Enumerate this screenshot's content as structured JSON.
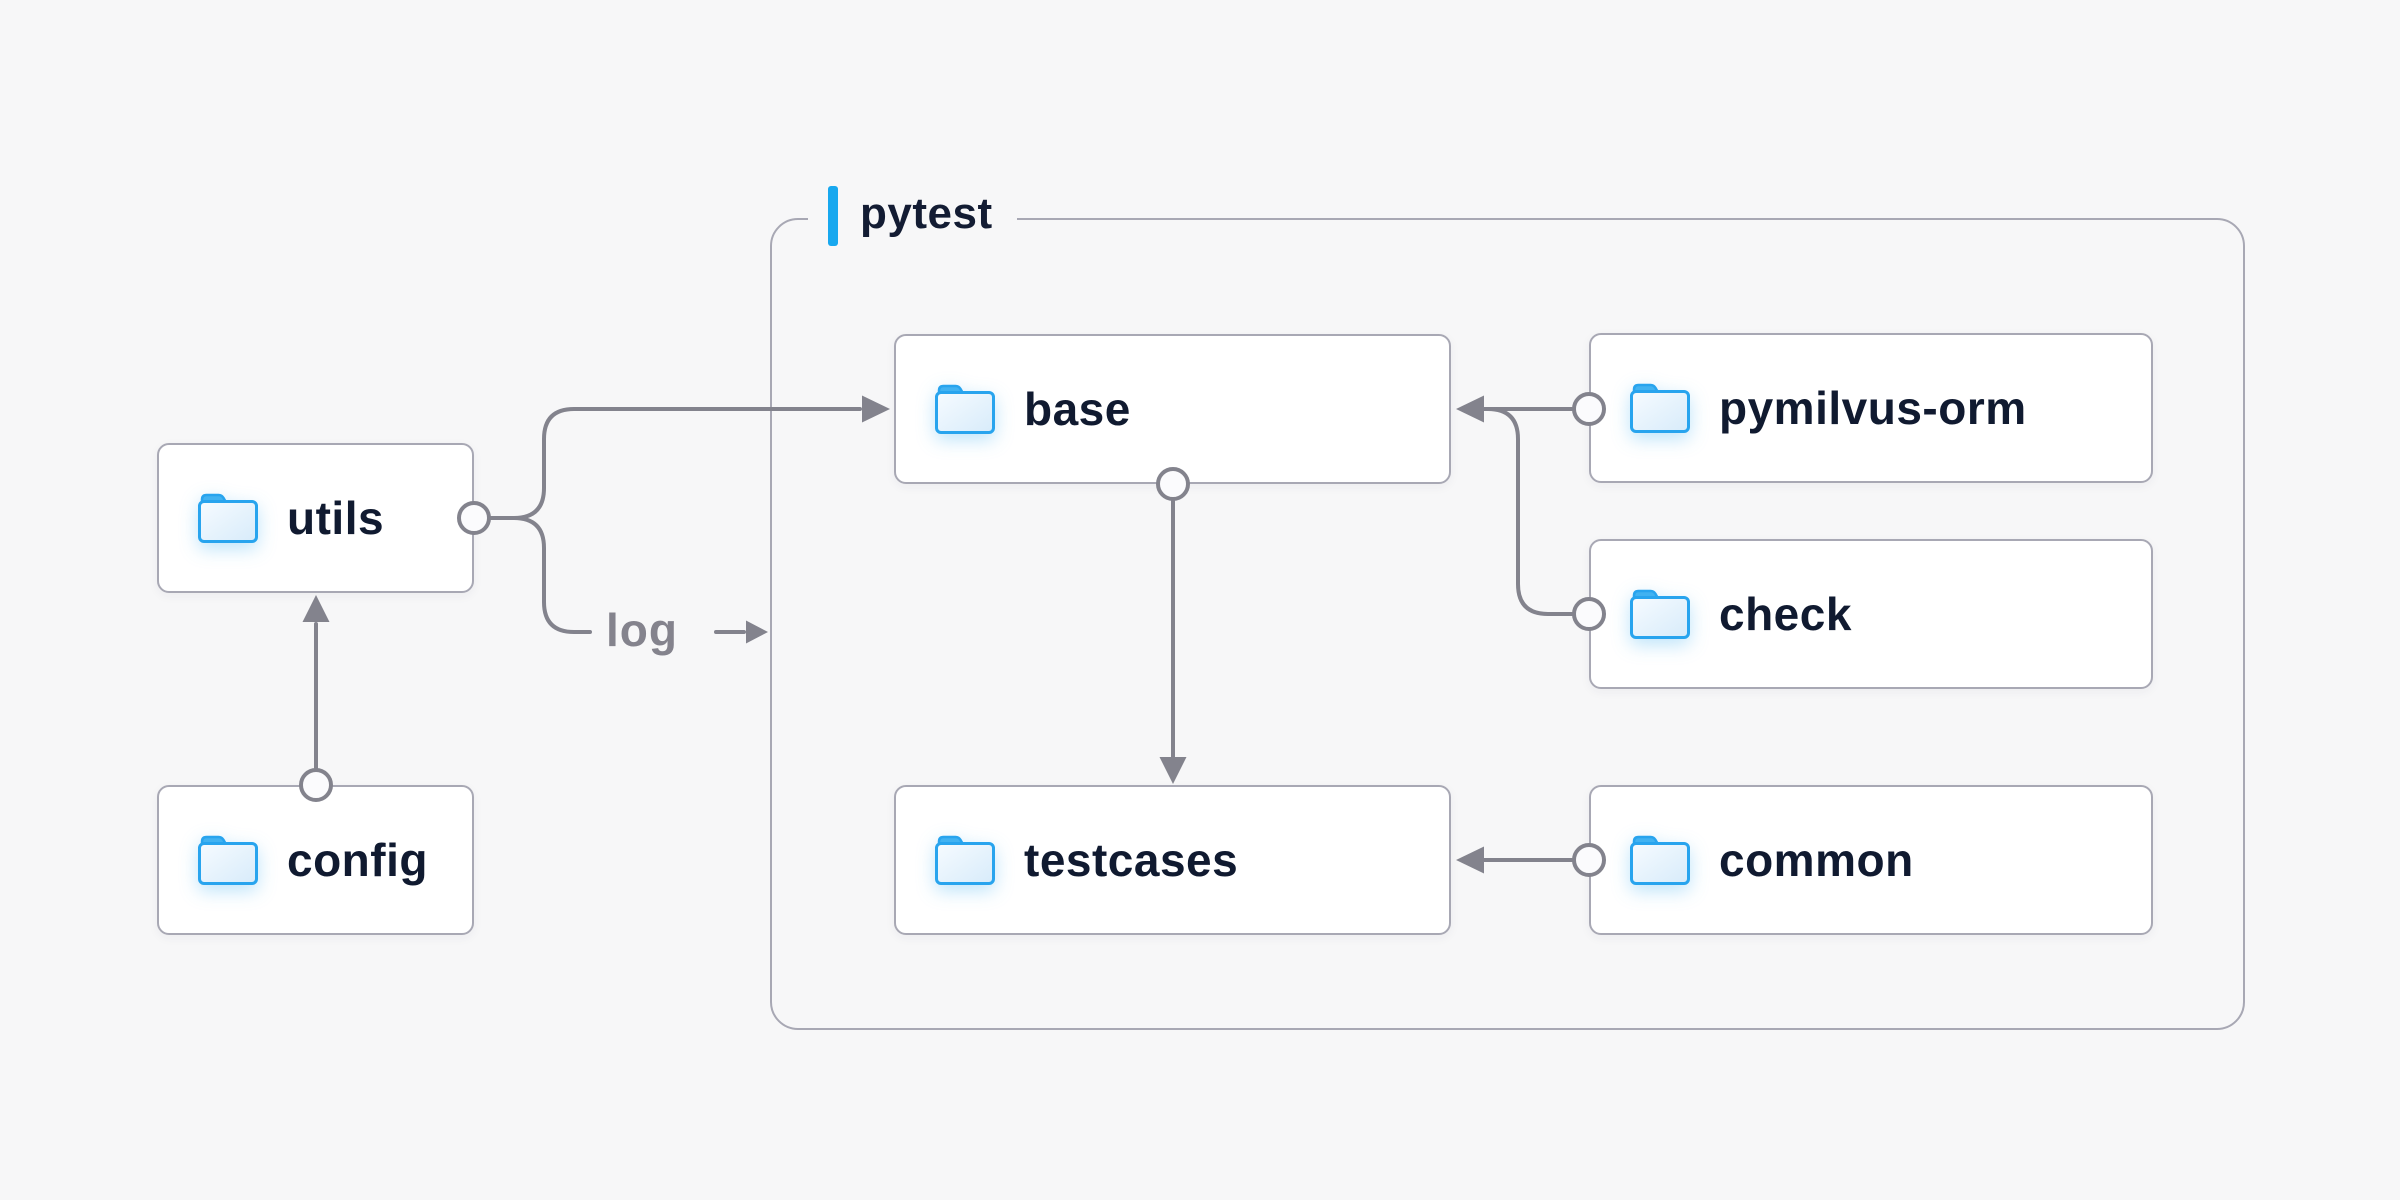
{
  "page": {
    "background": "#f7f7f8"
  },
  "group": {
    "label": "pytest"
  },
  "nodes": {
    "utils": {
      "label": "utils",
      "icon": "folder-icon"
    },
    "config": {
      "label": "config",
      "icon": "folder-icon"
    },
    "base": {
      "label": "base",
      "icon": "folder-icon",
      "group": "pytest"
    },
    "testcases": {
      "label": "testcases",
      "icon": "folder-icon",
      "group": "pytest"
    },
    "pymilvus_orm": {
      "label": "pymilvus-orm",
      "icon": "folder-icon"
    },
    "check": {
      "label": "check",
      "icon": "folder-icon"
    },
    "common": {
      "label": "common",
      "icon": "folder-icon"
    }
  },
  "edges": [
    {
      "from": "config",
      "to": "utils"
    },
    {
      "from": "utils",
      "to": "base"
    },
    {
      "from": "utils",
      "to": "pytest",
      "label": "log"
    },
    {
      "from": "pymilvus-orm",
      "to": "base"
    },
    {
      "from": "check",
      "to": "base"
    },
    {
      "from": "base",
      "to": "testcases"
    },
    {
      "from": "common",
      "to": "testcases"
    }
  ],
  "edge_labels": {
    "log": "log"
  },
  "colors": {
    "background": "#f7f7f8",
    "node_fill": "#ffffff",
    "node_border": "#a8a8b4",
    "group_border": "#a8a8b4",
    "wire": "#83838d",
    "node_label_text": "#101a30",
    "edge_label_text": "#84838d",
    "group_label_text": "#131c33",
    "accent_blue": "#18a8ef",
    "folder_blue": "#28a4ee"
  }
}
